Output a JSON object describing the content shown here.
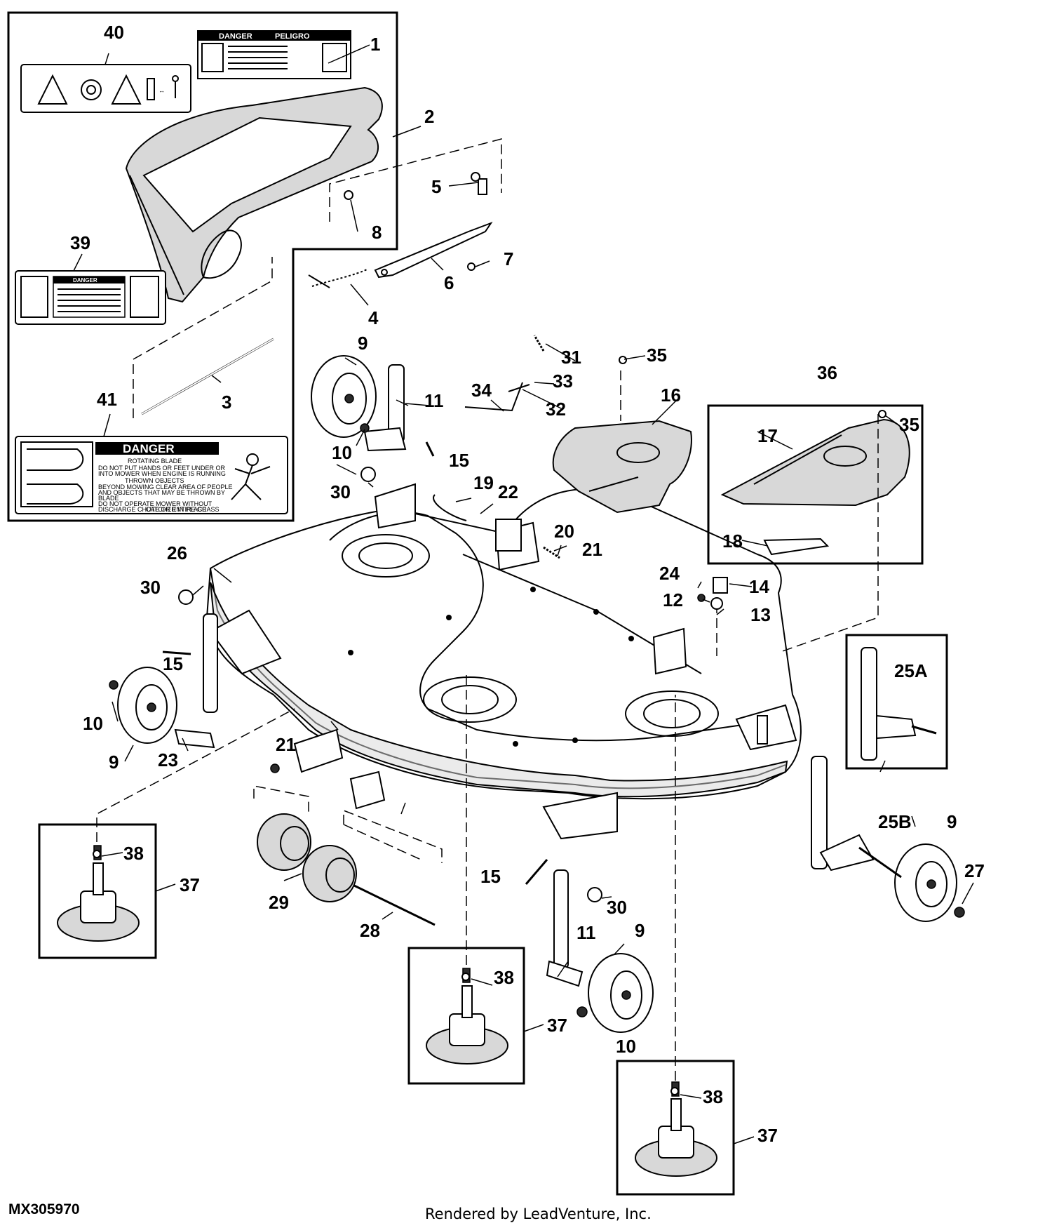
{
  "diagram_id": "MX305970",
  "credit": "Rendered by LeadVenture, Inc.",
  "decals": {
    "d1_head_a": "DANGER",
    "d1_head_b": "PELIGRO",
    "d41_head": "DANGER",
    "d41_line1": "ROTATING BLADE",
    "d41_line2": "DO NOT PUT HANDS OR FEET UNDER OR",
    "d41_line3": "INTO MOWER WHEN ENGINE IS RUNNING",
    "d41_line4": "THROWN OBJECTS",
    "d41_line5": "BEYOND MOWING CLEAR AREA OF PEOPLE",
    "d41_line6": "AND OBJECTS THAT MAY BE THROWN BY",
    "d41_line7": "BLADE",
    "d41_line8": "DO NOT OPERATE MOWER WITHOUT",
    "d41_line9": "DISCHARGE CHUTE OR ENTIRE GRASS",
    "d41_line10": "CATCHER IN PLACE",
    "d39_head": "DANGER"
  },
  "callouts": [
    "1",
    "2",
    "3",
    "4",
    "5",
    "6",
    "7",
    "8",
    "9",
    "10",
    "11",
    "12",
    "13",
    "14",
    "15",
    "16",
    "17",
    "18",
    "19",
    "20",
    "21",
    "22",
    "23",
    "24",
    "25A",
    "25B",
    "26",
    "27",
    "28",
    "29",
    "30",
    "31",
    "32",
    "33",
    "34",
    "35",
    "36",
    "37",
    "38",
    "39",
    "40",
    "41"
  ],
  "labels": {
    "c1": "1",
    "c2": "2",
    "c3": "3",
    "c4": "4",
    "c5": "5",
    "c6": "6",
    "c7": "7",
    "c8": "8",
    "c9a": "9",
    "c9b": "9",
    "c9c": "9",
    "c9d": "9",
    "c10a": "10",
    "c10b": "10",
    "c10c": "10",
    "c11a": "11",
    "c11b": "11",
    "c12": "12",
    "c13": "13",
    "c14": "14",
    "c15a": "15",
    "c15b": "15",
    "c15c": "15",
    "c16": "16",
    "c17": "17",
    "c18": "18",
    "c19": "19",
    "c20": "20",
    "c21a": "21",
    "c21b": "21",
    "c22": "22",
    "c23": "23",
    "c24": "24",
    "c25a": "25A",
    "c25b": "25B",
    "c26": "26",
    "c27": "27",
    "c28": "28",
    "c29": "29",
    "c30a": "30",
    "c30b": "30",
    "c30c": "30",
    "c31": "31",
    "c32": "32",
    "c33": "33",
    "c34": "34",
    "c35a": "35",
    "c35b": "35",
    "c36": "36",
    "c37a": "37",
    "c37b": "37",
    "c37c": "37",
    "c38a": "38",
    "c38b": "38",
    "c38c": "38",
    "c39": "39",
    "c40": "40",
    "c41": "41"
  }
}
